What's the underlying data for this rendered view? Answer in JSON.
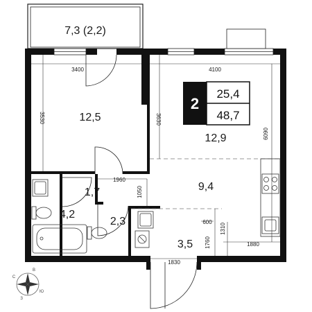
{
  "badge": {
    "rooms": "2",
    "living_area": "25,4",
    "total_area": "48,7"
  },
  "rooms": {
    "balcony": "7,3 (2,2)",
    "bedroom": "12,5",
    "kitchen_living": "12,9",
    "kitchen_zone": "9,4",
    "corridor": "1,7",
    "bathroom": "4,2",
    "wc": "2,3",
    "hall": "3,5"
  },
  "dimensions": {
    "bedroom_width": "3400",
    "bedroom_depth": "3530",
    "living_width": "4100",
    "living_depth": "3630",
    "kitchen_length": "6090",
    "corridor_width": "1960",
    "corridor_depth": "1050",
    "hall_width": "1830",
    "hall_depth": "1760",
    "kitchen_width": "1880",
    "niche_depth": "1310",
    "small_width": "600"
  },
  "compass": {
    "north": "С",
    "east": "В",
    "south": "Ю",
    "west": "З"
  }
}
